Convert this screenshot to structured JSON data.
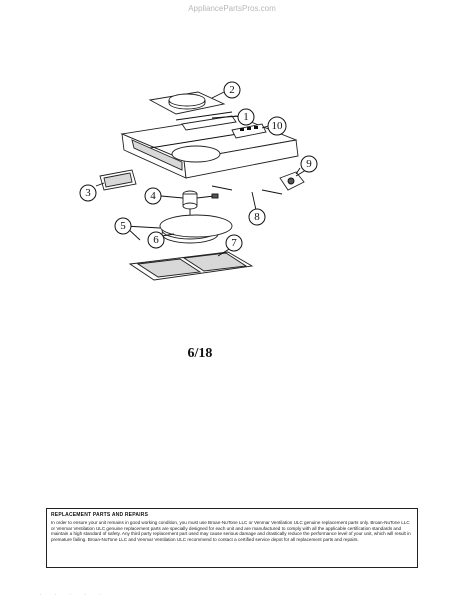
{
  "watermark": "AppliancePartsPros.com",
  "callouts": [
    {
      "id": "callout-1",
      "label": "1"
    },
    {
      "id": "callout-2",
      "label": "2"
    },
    {
      "id": "callout-3",
      "label": "3"
    },
    {
      "id": "callout-4",
      "label": "4"
    },
    {
      "id": "callout-5",
      "label": "5"
    },
    {
      "id": "callout-6",
      "label": "6"
    },
    {
      "id": "callout-7",
      "label": "7"
    },
    {
      "id": "callout-8",
      "label": "8"
    },
    {
      "id": "callout-9",
      "label": "9"
    },
    {
      "id": "callout-10",
      "label": "10"
    }
  ],
  "page_number": "6/18",
  "notice": {
    "title": "Replacement Parts and Repairs",
    "body": "In order to ensure your unit remains in good working condition, you must use Broan-NuTone LLC or Venmar Ventilation ULC genuine replacement parts only. Broan-NuTone LLC or Venmar Ventilation ULC genuine replacement parts are specially designed for each unit and are manufactured to comply with all the applicable certification standards and maintain a high standard of safety. Any third party replacement part used may cause serious damage and drastically reduce the performance level of your unit, which will result in premature failing. Broan-NuTone LLC and Venmar Ventilation ULC recommend to contact a certified service depot for all replacement parts and repairs."
  },
  "footer_marks": ". . . . ."
}
